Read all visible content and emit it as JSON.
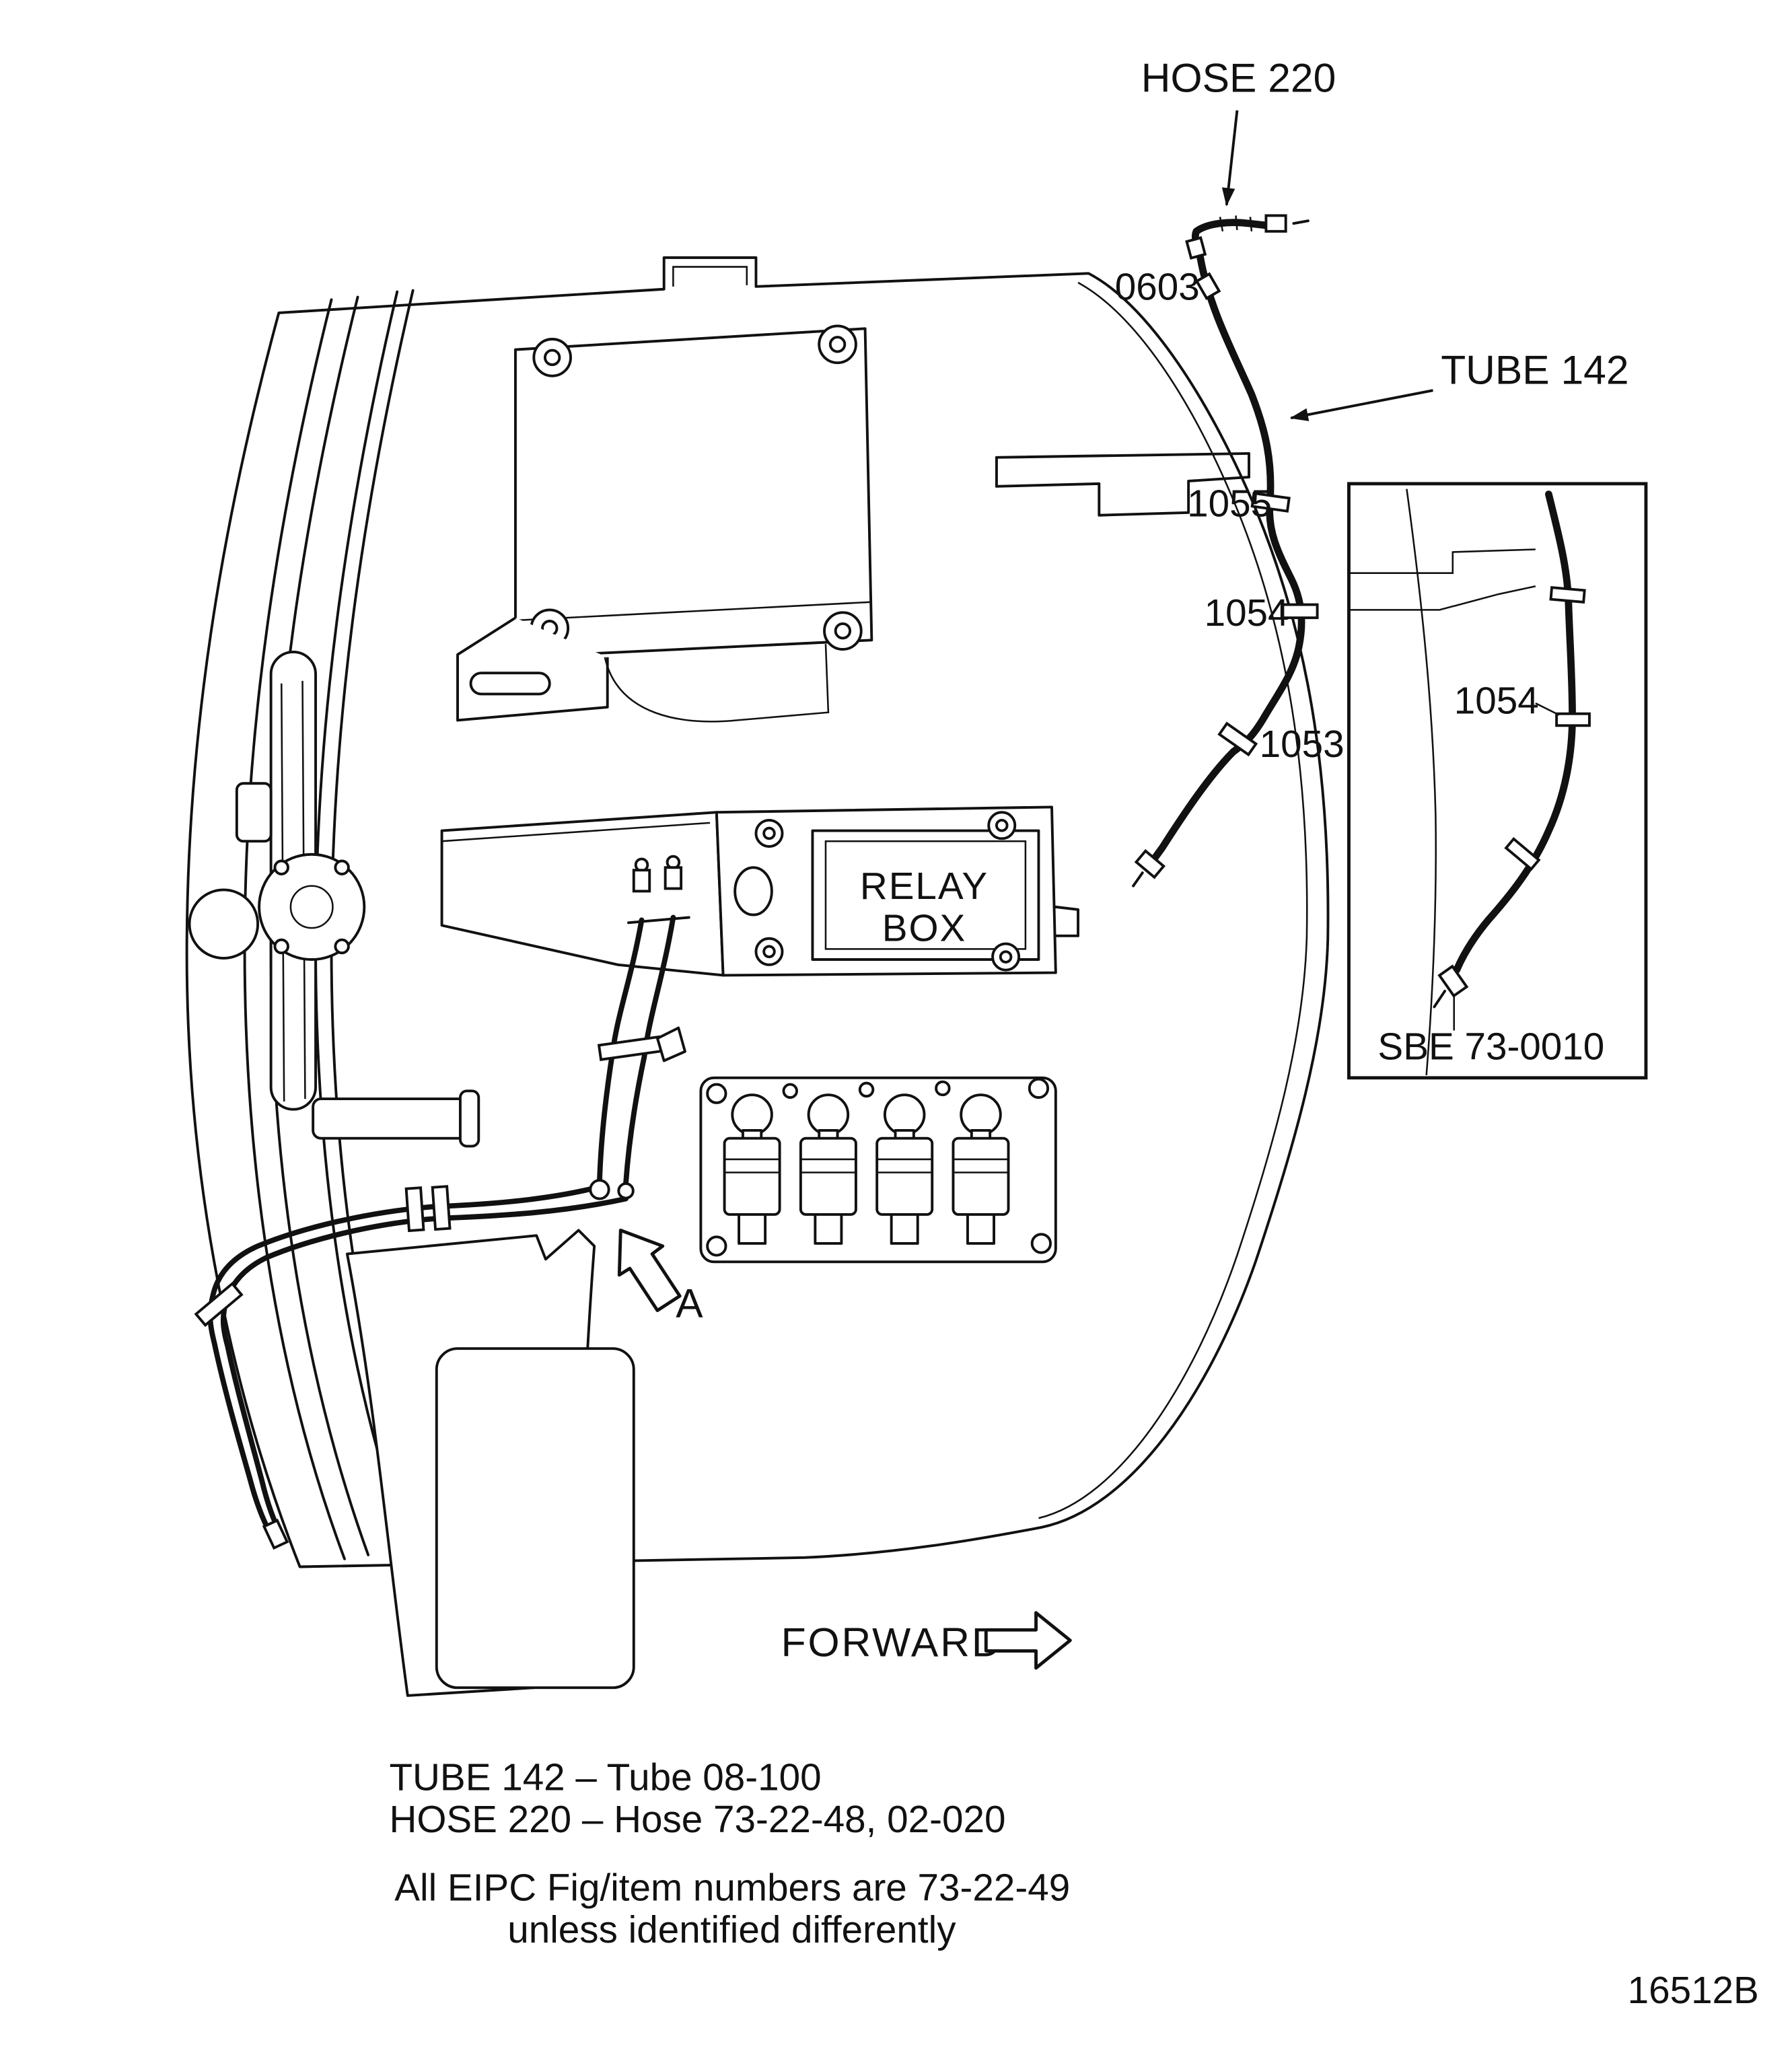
{
  "figure": {
    "callouts": {
      "hose_220": "HOSE 220",
      "tube_142": "TUBE 142",
      "item_0603": "0603",
      "item_1055": "1055",
      "item_1054": "1054",
      "item_1053": "1053"
    },
    "relay_box": {
      "line1": "RELAY",
      "line2": "BOX"
    },
    "detail_marker": "A",
    "forward_label": "FORWARD",
    "inset": {
      "item_1054": "1054",
      "reference": "SBE 73-0010"
    },
    "legend": {
      "tube_line": "TUBE 142  –  Tube  08-100",
      "hose_line": "HOSE 220  –  Hose  73-22-48, 02-020",
      "note_line1": "All EIPC Fig/item numbers are  73-22-49",
      "note_line2": "unless identified differently"
    },
    "figure_number": "16512B",
    "colors": {
      "ink": "#111111",
      "background": "#ffffff"
    }
  }
}
